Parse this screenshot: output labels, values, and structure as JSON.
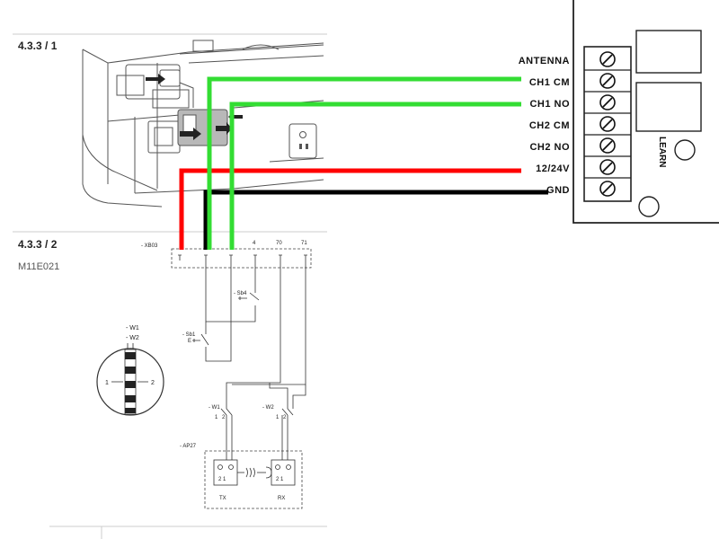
{
  "sections": [
    {
      "id": "4.3.3 / 1"
    },
    {
      "id": "4.3.3 / 2",
      "code": "M11E021"
    }
  ],
  "schematic": {
    "connector_label": "- XB03",
    "terminal_numbers": [
      "4",
      "70",
      "71"
    ],
    "sb4_label": "- Sb4",
    "sb1_label": "- Sb1",
    "w1_label": "- W1",
    "w2_label": "- W2",
    "w1_small": "- W1",
    "w2_small": "- W2",
    "contact_numbers": [
      "1",
      "2"
    ],
    "ap27_label": "- AP27",
    "tx_label": "TX",
    "rx_label": "RX",
    "tx_pins": "2  1",
    "rx_pins": "2  1",
    "inset_left": "1",
    "inset_right": "2"
  },
  "receiver": {
    "terminals": [
      "ANTENNA",
      "CH1 CM",
      "CH1 NO",
      "CH2 CM",
      "CH2 NO",
      "12/24V",
      "GND"
    ],
    "learn_label": "LEARN"
  },
  "wire_colors": {
    "red": "#ff0000",
    "black": "#000000",
    "green": "#33dd33"
  }
}
